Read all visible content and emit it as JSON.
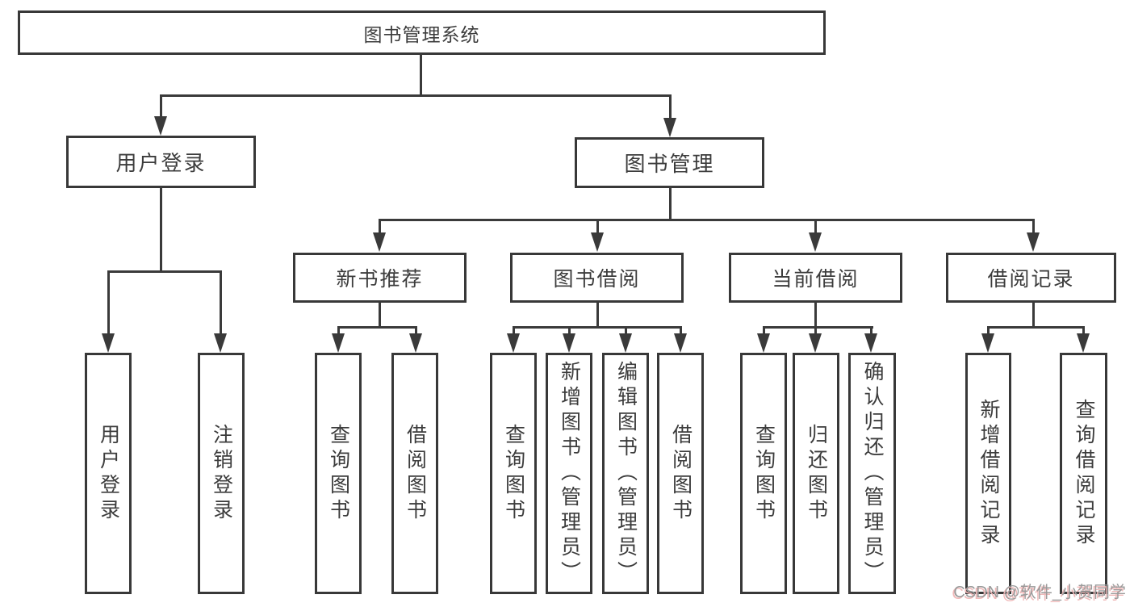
{
  "diagram": {
    "root": {
      "label": "图书管理系统"
    },
    "level1": [
      {
        "id": "user-login",
        "label": "用户登录"
      },
      {
        "id": "book-management",
        "label": "图书管理"
      }
    ],
    "modules": [
      {
        "id": "new-book-recommend",
        "label": "新书推荐"
      },
      {
        "id": "book-borrow",
        "label": "图书借阅"
      },
      {
        "id": "current-borrow",
        "label": "当前借阅"
      },
      {
        "id": "borrow-records",
        "label": "借阅记录"
      }
    ],
    "leaves": [
      {
        "id": "user-login-leaf",
        "label": "用户登录"
      },
      {
        "id": "logout-leaf",
        "label": "注销登录"
      },
      {
        "id": "recommend-query-books",
        "label": "查询图书"
      },
      {
        "id": "recommend-borrow-books",
        "label": "借阅图书"
      },
      {
        "id": "borrow-query-books",
        "label": "查询图书"
      },
      {
        "id": "borrow-add-books-admin",
        "label": "新增图书（管理员）"
      },
      {
        "id": "borrow-edit-books-admin",
        "label": "编辑图书（管理员）"
      },
      {
        "id": "borrow-borrow-books",
        "label": "借阅图书"
      },
      {
        "id": "current-query-books",
        "label": "查询图书"
      },
      {
        "id": "current-return-books",
        "label": "归还图书"
      },
      {
        "id": "current-confirm-return-admin",
        "label": "确认归还（管理员）"
      },
      {
        "id": "records-add-record",
        "label": "新增借阅记录"
      },
      {
        "id": "records-query-record",
        "label": "查询借阅记录"
      }
    ]
  },
  "watermark": "CSDN @软件_小贺同学",
  "colors": {
    "line": "#3a3a3a",
    "box_border": "#383838",
    "text": "#3c3c3c",
    "watermark_gray": "#9a9a9a",
    "watermark_pink": "#f0b9b9",
    "bg": "#ffffff"
  }
}
